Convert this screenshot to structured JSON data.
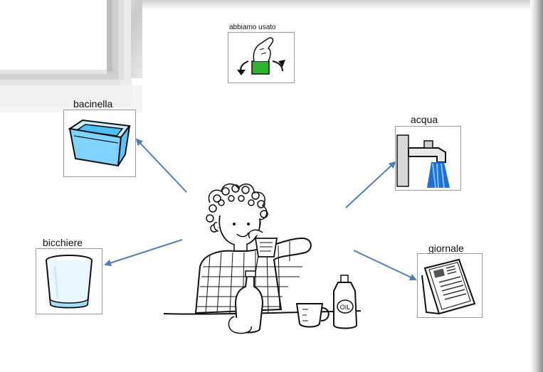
{
  "labels": {
    "center_top": "abbiamo usato",
    "top_left": "bacinella",
    "bottom_left": "bicchiere",
    "top_right": "acqua",
    "bottom_right": "giornale"
  },
  "figure": {
    "oil_label": "OIL"
  },
  "colors": {
    "arrow": "#4f7fb9",
    "bowl": "#7fd3ff",
    "water": "#1e6fd8",
    "box_green": "#2db52d"
  }
}
